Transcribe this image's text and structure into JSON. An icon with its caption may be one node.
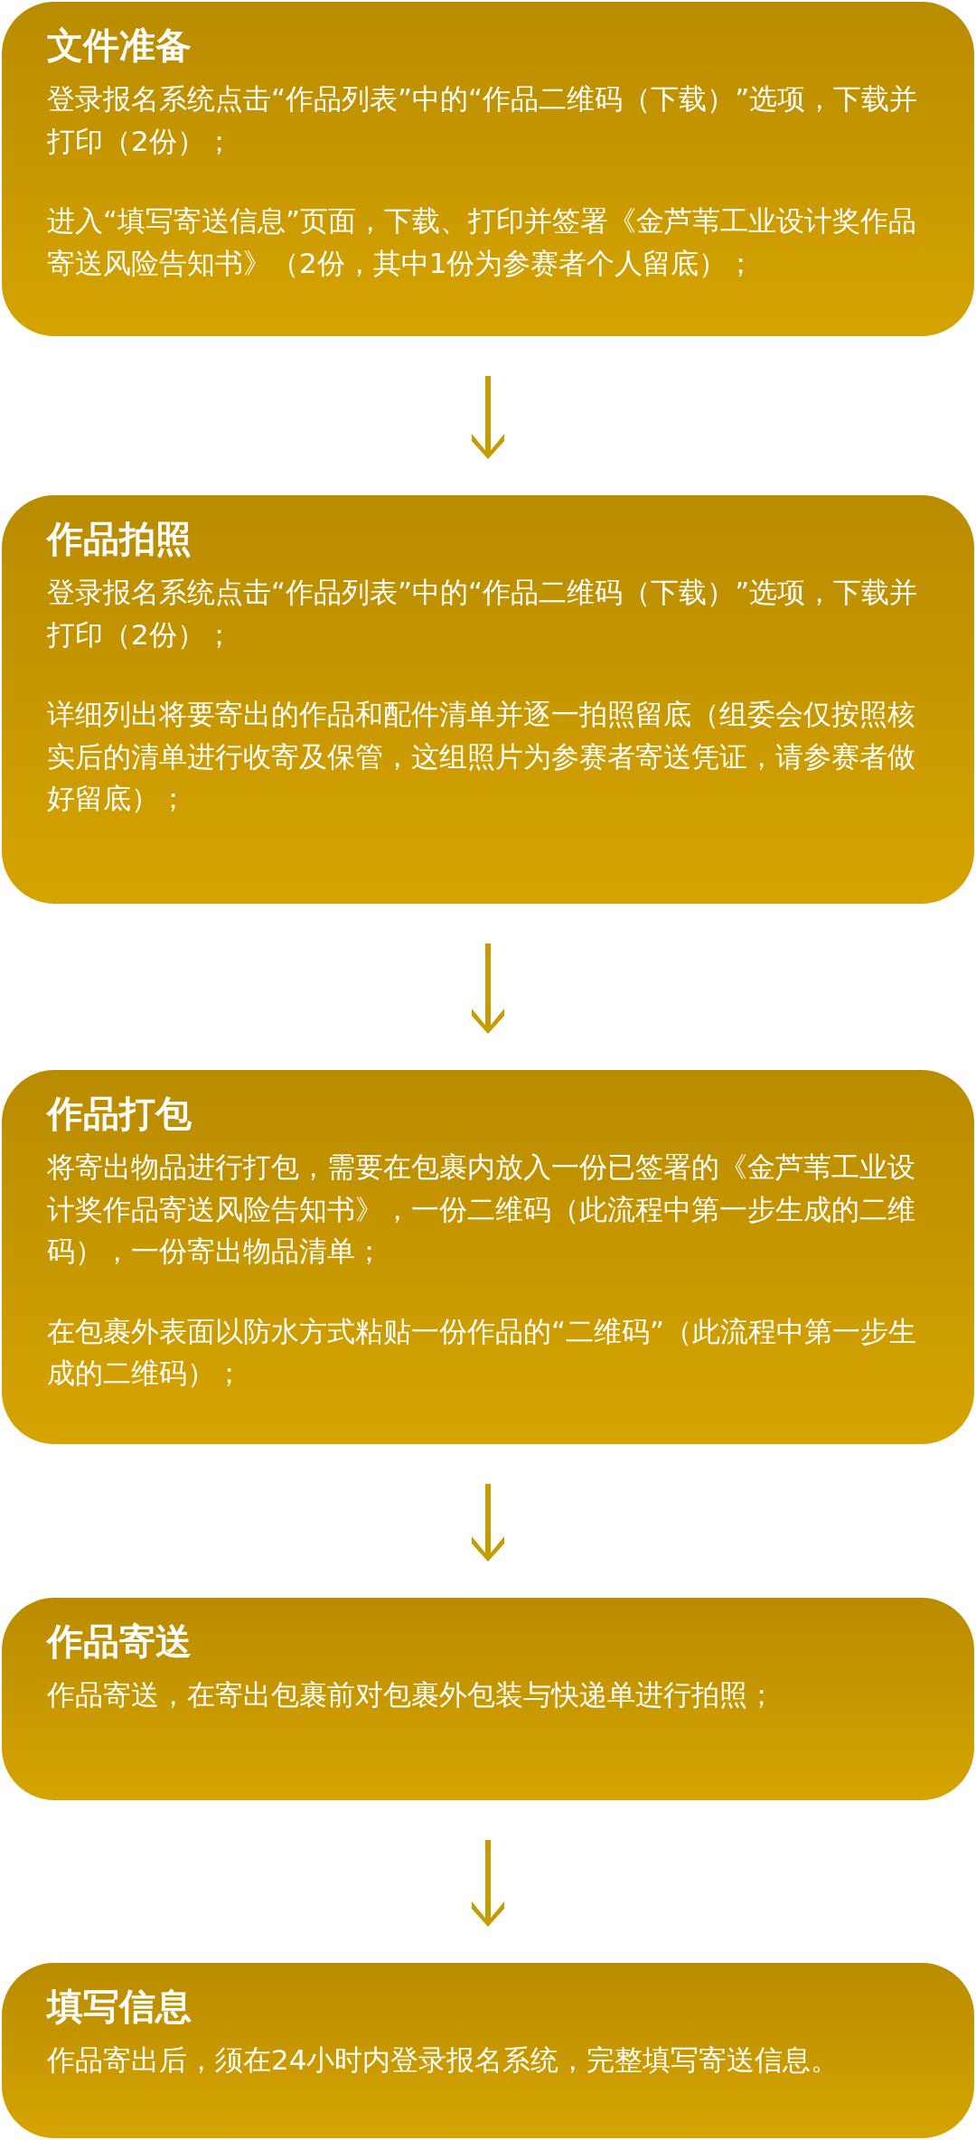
{
  "diagram": {
    "nodes": [
      {
        "text": [
          "文件准备",
          "登录报名系统点击“作品列表”中的“作品二维码（下载）”选项，下载并打印（2份）；",
          "进入“填写寄送信息”页面，下载、打印并签署《金芦苇工业设计奖作品寄送风险告知书》（2份，其中1份为参赛者个人留底）；"
        ]
      },
      {
        "text": [
          "作品拍照",
          "登录报名系统点击“作品列表”中的“作品二维码（下载）”选项，下载并打印（2份）；",
          "详细列出将要寄出的作品和配件清单并逐一拍照留底（组委会仅按照核实后的清单进行收寄及保管，这组照片为参赛者寄送凭证，请参赛者做好留底）；"
        ]
      },
      {
        "text": [
          "作品打包",
          "将寄出物品进行打包，需要在包裹内放入一份已签署的《金芦苇工业设计奖作品寄送风险告知书》，一份二维码（此流程中第一步生成的二维码），一份寄出物品清单；",
          "在包裹外表面以防水方式粘贴一份作品的“二维码”（此流程中第一步生成的二维码）；"
        ]
      },
      {
        "text": [
          "作品寄送",
          "作品寄送，在寄出包裹前对包裹外包装与快递单进行拍照；"
        ]
      },
      {
        "text": [
          "填写信息",
          "作品寄出后，须在24小时内登录报名系统，完整填写寄送信息。"
        ]
      }
    ],
    "edges": [
      {
        "from": 0,
        "to": 1,
        "arrow": "to"
      },
      {
        "from": 1,
        "to": 2,
        "arrow": "to"
      },
      {
        "from": 2,
        "to": 3,
        "arrow": "to"
      },
      {
        "from": 3,
        "to": 4,
        "arrow": "to"
      }
    ]
  }
}
